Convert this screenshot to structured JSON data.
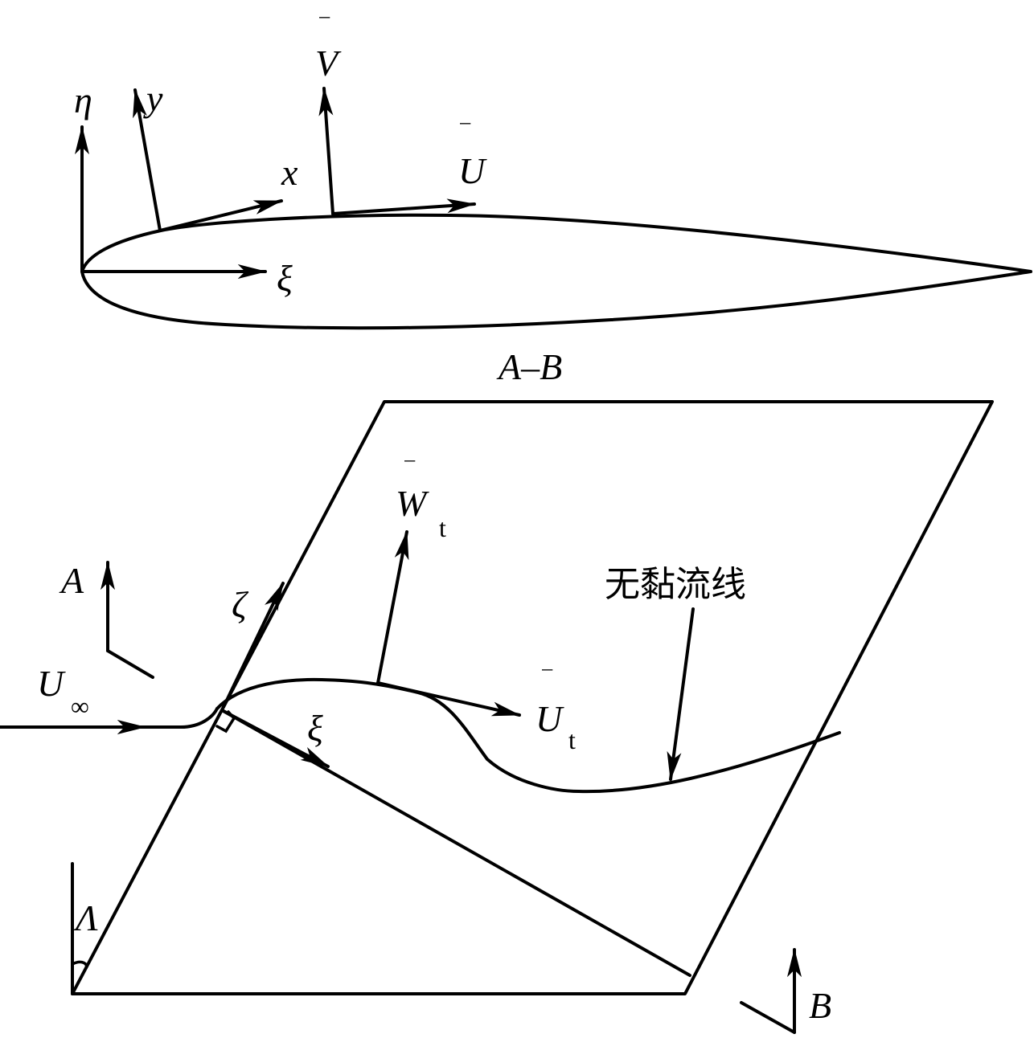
{
  "figure": {
    "airfoil_section": {
      "labels": {
        "eta": "η",
        "y": "y",
        "V_bar": "V",
        "x": "x",
        "U_bar": "U",
        "xi": "ξ",
        "overbar": "‾"
      }
    },
    "section_cut_label": "A–B",
    "swept_wing": {
      "labels": {
        "A": "A",
        "B": "B",
        "zeta": "ζ",
        "W_bar": "W",
        "W_sub": "t",
        "U_inf": "U",
        "U_inf_sub": "∞",
        "xi": "ξ",
        "U_t_bar": "U",
        "U_t_sub": "t",
        "sweep_angle": "Λ",
        "inviscid_streamline": "无黏流线"
      }
    },
    "colors": {
      "stroke": "#000000",
      "background": "#ffffff"
    }
  }
}
